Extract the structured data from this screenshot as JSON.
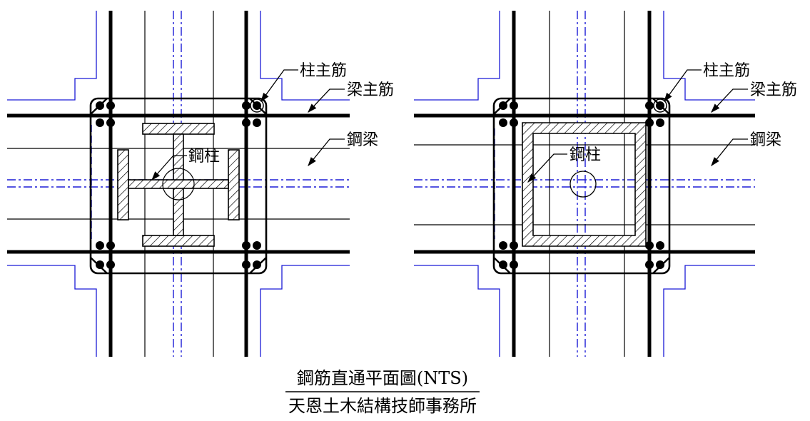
{
  "labels": {
    "column_rebar": "柱主筋",
    "beam_rebar": "梁主筋",
    "steel_beam": "鋼梁",
    "steel_column": "鋼柱"
  },
  "title": {
    "main": "鋼筋直通平面圖(NTS)",
    "sub": "天恩土木結構技師事務所"
  }
}
